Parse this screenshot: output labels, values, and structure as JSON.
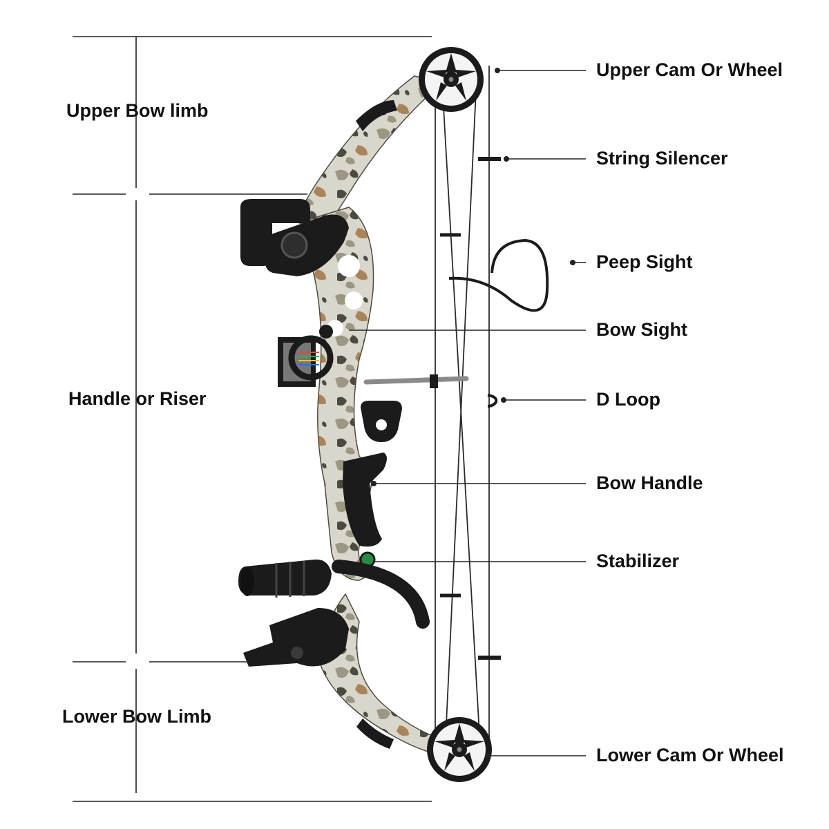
{
  "colors": {
    "line": "#222222",
    "text": "#111111",
    "bow_black": "#1b1b1b",
    "camo_light": "#d9d6cc",
    "camo_mid": "#9c9684",
    "camo_dark": "#4d4a40",
    "camo_brown": "#a8845a",
    "string": "#2a2a2a"
  },
  "sections": {
    "upper_limb": "Upper Bow limb",
    "riser": "Handle or Riser",
    "lower_limb": "Lower Bow Limb"
  },
  "parts": {
    "upper_cam": "Upper Cam Or Wheel",
    "string_silencer": "String Silencer",
    "peep_sight": "Peep Sight",
    "bow_sight": "Bow Sight",
    "d_loop": "D Loop",
    "bow_handle": "Bow Handle",
    "stabilizer": "Stabilizer",
    "lower_cam": "Lower Cam Or Wheel"
  }
}
